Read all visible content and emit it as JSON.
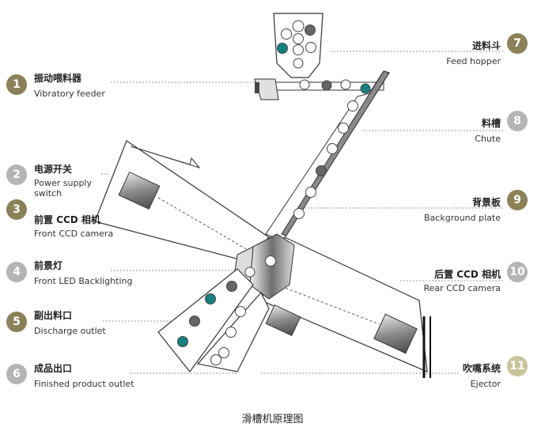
{
  "labels": [
    {
      "num": "1",
      "zh": "振动喂料器",
      "en": "Vibratory feeder",
      "color": "#8b8158"
    },
    {
      "num": "2",
      "zh": "电源开关",
      "en": "Power supply switch",
      "color": "#b4b4b4"
    },
    {
      "num": "3",
      "zh": "前置 CCD 相机",
      "en": "Front CCD camera",
      "color": "#8b8158"
    },
    {
      "num": "4",
      "zh": "前景灯",
      "en": "Front LED Backlighting",
      "color": "#b4b4b4"
    },
    {
      "num": "5",
      "zh": "副出料口",
      "en": "Discharge outlet",
      "color": "#8b8158"
    },
    {
      "num": "6",
      "zh": "成品出口",
      "en": "Finished product outlet",
      "color": "#b4b4b4"
    },
    {
      "num": "7",
      "zh": "进料斗",
      "en": "Feed hopper",
      "color": "#8b8158"
    },
    {
      "num": "8",
      "zh": "料槽",
      "en": "Chute",
      "color": "#b4b4b4"
    },
    {
      "num": "9",
      "zh": "背景板",
      "en": "Background plate",
      "color": "#8b8158"
    },
    {
      "num": "10",
      "zh": "后置 CCD 相机",
      "en": "Rear CCD camera",
      "color": "#b4b4b4"
    },
    {
      "num": "11",
      "zh": "吹嘴系统",
      "en": "Ejector",
      "color": "#c9c49a"
    }
  ],
  "caption": "滑槽机原理图"
}
